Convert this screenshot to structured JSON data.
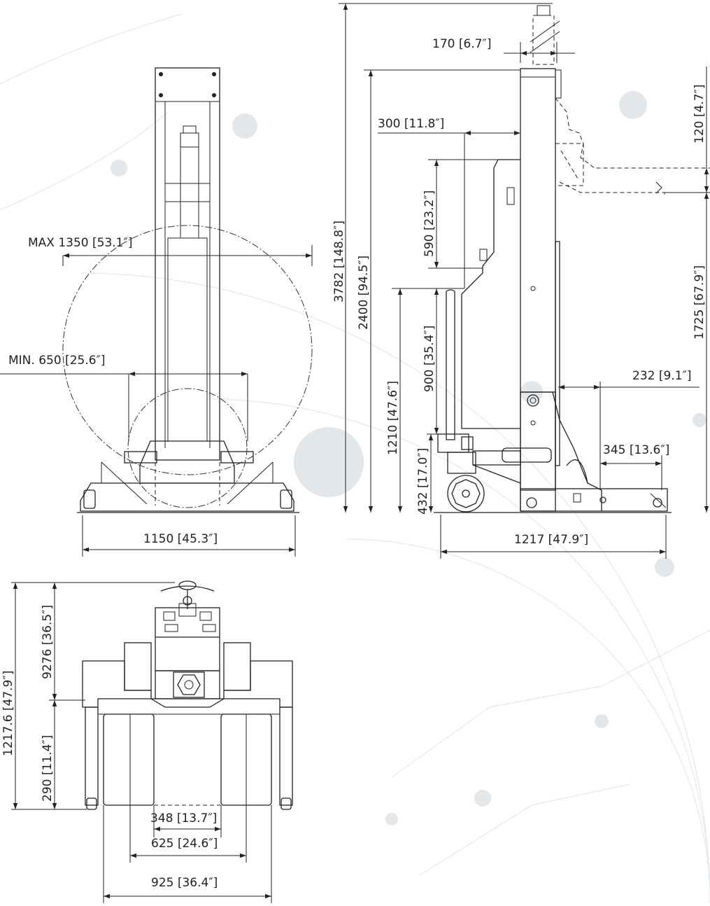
{
  "colors": {
    "line": "#222222",
    "background": "#ffffff",
    "decor": "#e4e7ea"
  },
  "front_view": {
    "max_width": "MAX 1350 [53.1″]",
    "min_width": "MIN. 650 [25.6″]",
    "overall_width": "1150 [45.3″]"
  },
  "side_view": {
    "top_offset": "170 [6.7″]",
    "column_depth": "300 [11.8″]",
    "carriage_height": "590 [23.2″]",
    "total_height": "3782 [148.8″]",
    "column_height": "2400 [94.5″]",
    "handle_height": "900 [35.4″]",
    "handle_top": "1210 [47.6″]",
    "wheel_height": "432 [17.0″]",
    "arm_thickness": "120 [4.7″]",
    "lift_height": "1725 [67.9″]",
    "fork_offset": "232 [9.1″]",
    "fork_length": "345 [13.6″]",
    "overall_length": "1217 [47.9″]"
  },
  "top_view": {
    "overall_length": "1217.6 [47.9″]",
    "body_length": "9276 [36.5″]",
    "fork_depth": "290 [11.4″]",
    "inner_gap": "348 [13.7″]",
    "mid_width": "625 [24.6″]",
    "outer_width": "925 [36.4″]"
  }
}
